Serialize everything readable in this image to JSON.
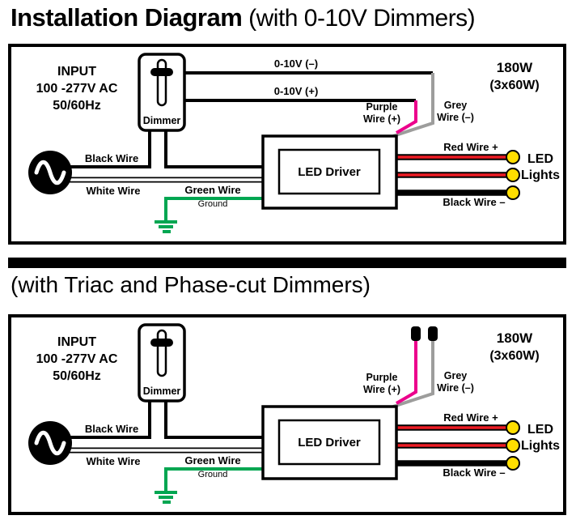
{
  "header": {
    "title": "Installation Diagram",
    "subtitle": " (with 0-10V Dimmers)"
  },
  "section2": {
    "title": "(with Triac and Phase-cut Dimmers)"
  },
  "colors": {
    "purple": "#ec008c",
    "grey": "#9d9d9c",
    "green": "#00a651",
    "red": "#ed1c24",
    "led_yellow": "#ffde00",
    "wire_black": "#000000"
  },
  "labels": {
    "input_line1": "INPUT",
    "input_line2": "100 -277V AC",
    "input_line3": "50/60Hz",
    "dimmer": "Dimmer",
    "led_driver": "LED Driver",
    "power_line1": "180W",
    "power_line2": "(3x60W)",
    "dim_neg": "0-10V (–)",
    "dim_pos": "0-10V (+)",
    "purple_line1": "Purple",
    "purple_line2": "Wire (+)",
    "grey_line1": "Grey",
    "grey_line2": "Wire (–)",
    "red_wire": "Red Wire +",
    "black_wire_neg": "Black Wire –",
    "led_line1": "LED",
    "led_line2": "Lights",
    "black_wire": "Black Wire",
    "white_wire": "White Wire",
    "green_wire": "Green Wire",
    "ground": "Ground"
  }
}
